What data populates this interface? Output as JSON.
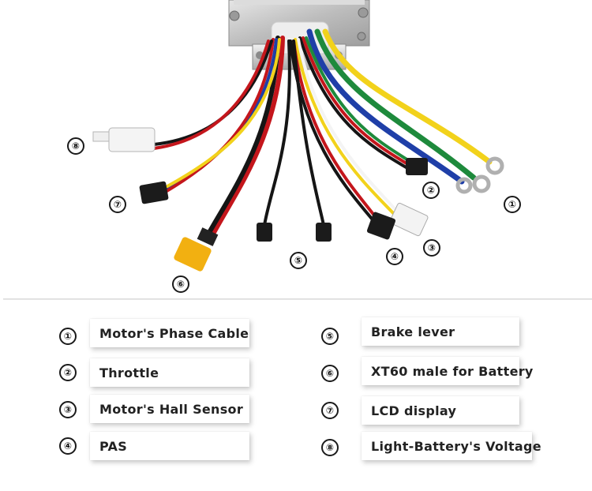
{
  "callouts": [
    "①",
    "②",
    "③",
    "④",
    "⑤",
    "⑥",
    "⑦",
    "⑧"
  ],
  "legend": [
    {
      "num": "①",
      "label": "Motor's Phase Cable"
    },
    {
      "num": "②",
      "label": "Throttle"
    },
    {
      "num": "③",
      "label": "Motor's Hall Sensor"
    },
    {
      "num": "④",
      "label": "PAS"
    },
    {
      "num": "⑤",
      "label": "Brake lever"
    },
    {
      "num": "⑥",
      "label": "XT60 male for Battery"
    },
    {
      "num": "⑦",
      "label": "LCD display"
    },
    {
      "num": "⑧",
      "label": "Light-Battery's Voltage"
    }
  ],
  "colors": {
    "wire_yellow": "#f2d21b",
    "wire_green": "#1e8a3c",
    "wire_blue": "#1f3fa8",
    "wire_red": "#c4161c",
    "wire_black": "#151515",
    "wire_white": "#f4f4f4",
    "xt60": "#f2b011",
    "housing": "#c9c9c9"
  }
}
